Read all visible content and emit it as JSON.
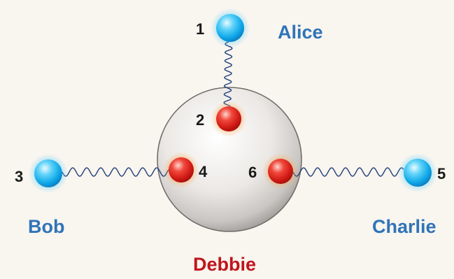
{
  "colors": {
    "background": "#f9f5ef",
    "party_label_blue": "#2f74b8",
    "party_label_red": "#c0151c",
    "blue_particle": "#15b4f0",
    "red_particle": "#e0201e",
    "wavy_link": "#1f3f7a"
  },
  "parties": {
    "alice": "Alice",
    "bob": "Bob",
    "charlie": "Charlie",
    "debbie": "Debbie"
  },
  "particles": {
    "p1": "1",
    "p2": "2",
    "p3": "3",
    "p4": "4",
    "p5": "5",
    "p6": "6"
  }
}
